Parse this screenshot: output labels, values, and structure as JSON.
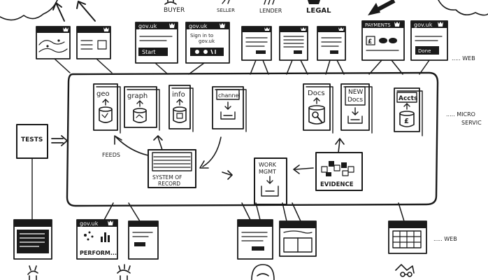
{
  "labels": {
    "buyer": "BUYER",
    "seller": "SELLER",
    "lender": "LENDER",
    "legal": "LEGAL",
    "web_top": "..... WEB",
    "micro_1": "..... MICRO",
    "micro_2": "SERVIC",
    "web_bottom": "..... WEB",
    "feeds": "FEEDS"
  },
  "web_top": {
    "t3_title": "gov.uk",
    "t3_button": "Start",
    "t4_title": "gov.uk",
    "t4_line1": "Sign in to",
    "t4_line2": "gov.uk",
    "t8_title": "PAYMENTS",
    "t9_title": "gov.uk",
    "t9_button": "Done"
  },
  "services": {
    "geo": "geo",
    "graph": "graph",
    "info": "info",
    "channel": "channel",
    "docs": "Docs",
    "new_docs_1": "NEW",
    "new_docs_2": "Docs",
    "accts": "Accts"
  },
  "core": {
    "tests": "TESTS",
    "sor_1": "SYSTEM OF",
    "sor_2": "RECORD",
    "work_1": "WORK",
    "work_2": "MGMT",
    "evidence": "EVIDENCE"
  },
  "web_bottom": {
    "b2_title": "gov.uk",
    "b2_caption": "PERFORM..."
  }
}
